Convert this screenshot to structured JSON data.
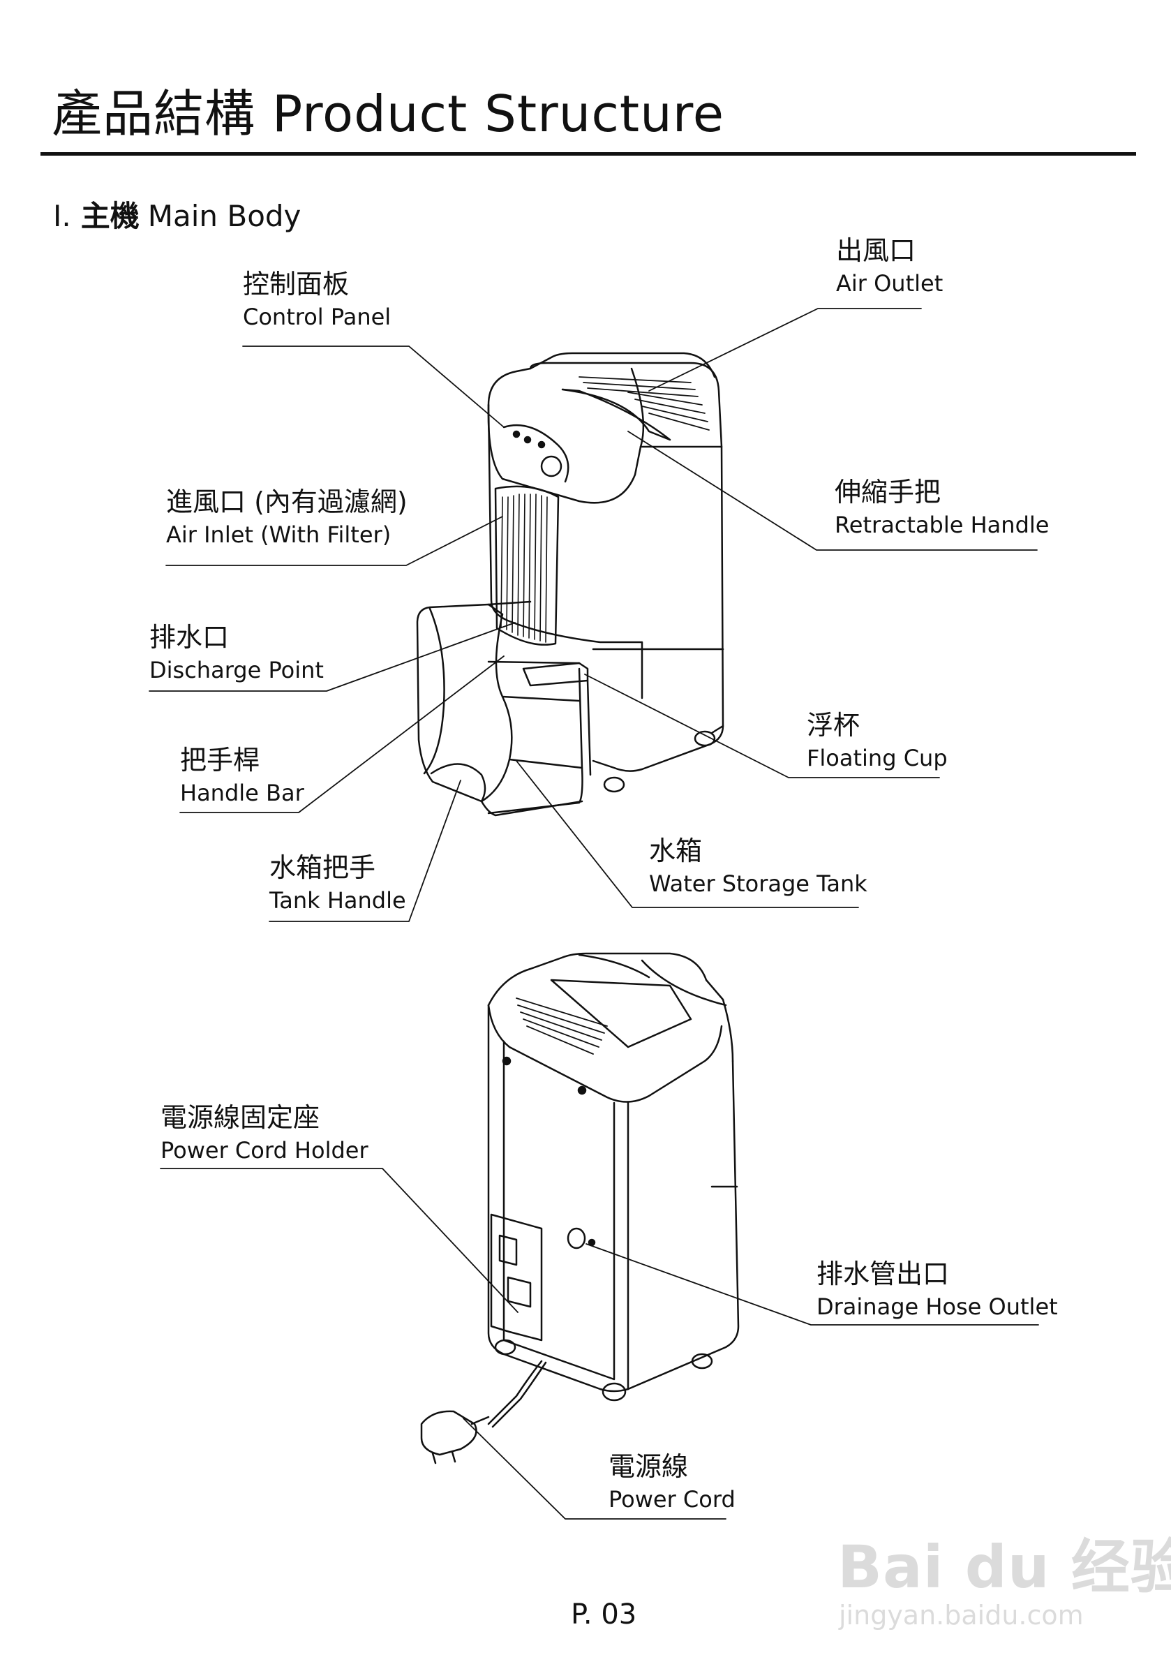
{
  "page": {
    "title": "產品結構 Product Structure",
    "page_number": "P. 03"
  },
  "section": {
    "number": "I.",
    "title_zh": "主機",
    "title_en": "Main Body"
  },
  "labels": {
    "control_panel": {
      "zh": "控制面板",
      "en": "Control Panel"
    },
    "air_outlet": {
      "zh": "出風口",
      "en": "Air Outlet"
    },
    "air_inlet": {
      "zh": "進風口 (內有過濾網)",
      "en": "Air Inlet (With Filter)"
    },
    "retractable_handle": {
      "zh": "伸縮手把",
      "en": "Retractable Handle"
    },
    "discharge_point": {
      "zh": "排水口",
      "en": "Discharge Point"
    },
    "floating_cup": {
      "zh": "浮杯",
      "en": "Floating Cup"
    },
    "handle_bar": {
      "zh": "把手桿",
      "en": "Handle Bar"
    },
    "tank_handle": {
      "zh": "水箱把手",
      "en": "Tank Handle"
    },
    "water_storage_tank": {
      "zh": "水箱",
      "en": "Water Storage Tank"
    },
    "power_cord_holder": {
      "zh": "電源線固定座",
      "en": "Power Cord Holder"
    },
    "drainage_hose_outlet": {
      "zh": "排水管出口",
      "en": "Drainage Hose Outlet"
    },
    "power_cord": {
      "zh": "電源線",
      "en": "Power Cord"
    }
  },
  "watermark": {
    "brand": "Bai du 经验",
    "url": "jingyan.baidu.com"
  }
}
